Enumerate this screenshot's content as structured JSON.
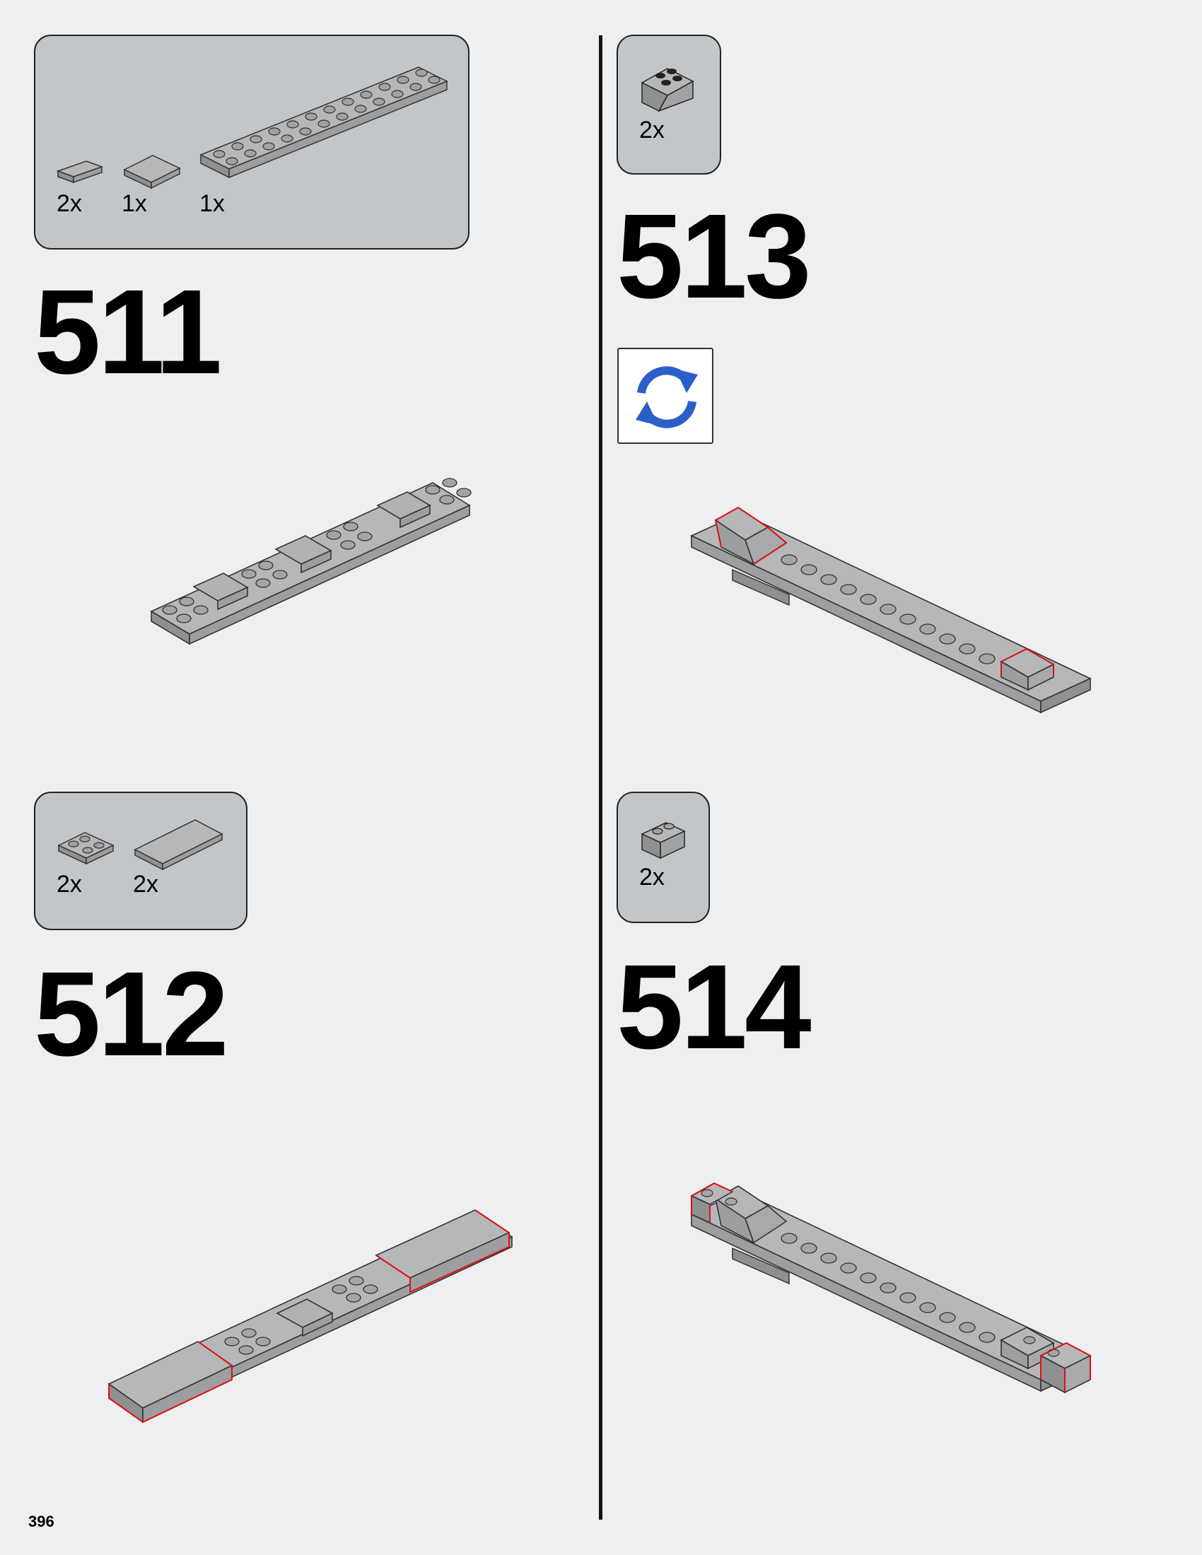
{
  "page_number": "396",
  "steps": [
    {
      "number": "511",
      "parts": [
        {
          "qty": "2x",
          "name": "plate-1x2"
        },
        {
          "qty": "1x",
          "name": "tile-2x2"
        },
        {
          "qty": "1x",
          "name": "plate-2x12"
        }
      ]
    },
    {
      "number": "512",
      "parts": [
        {
          "qty": "2x",
          "name": "plate-2x2"
        },
        {
          "qty": "2x",
          "name": "tile-2x4"
        }
      ]
    },
    {
      "number": "513",
      "parts": [
        {
          "qty": "2x",
          "name": "slope-inverted-2x2"
        }
      ],
      "rotate_icon": "rotate-icon"
    },
    {
      "number": "514",
      "parts": [
        {
          "qty": "2x",
          "name": "brick-1x2"
        }
      ]
    }
  ],
  "colors": {
    "page_bg": "#eeeff0",
    "part_box": "#c3c6c9",
    "brick": "#a9abad",
    "brick_edge": "#333333",
    "highlight": "#e01010",
    "rotate_icon": "#2b5fc7"
  }
}
